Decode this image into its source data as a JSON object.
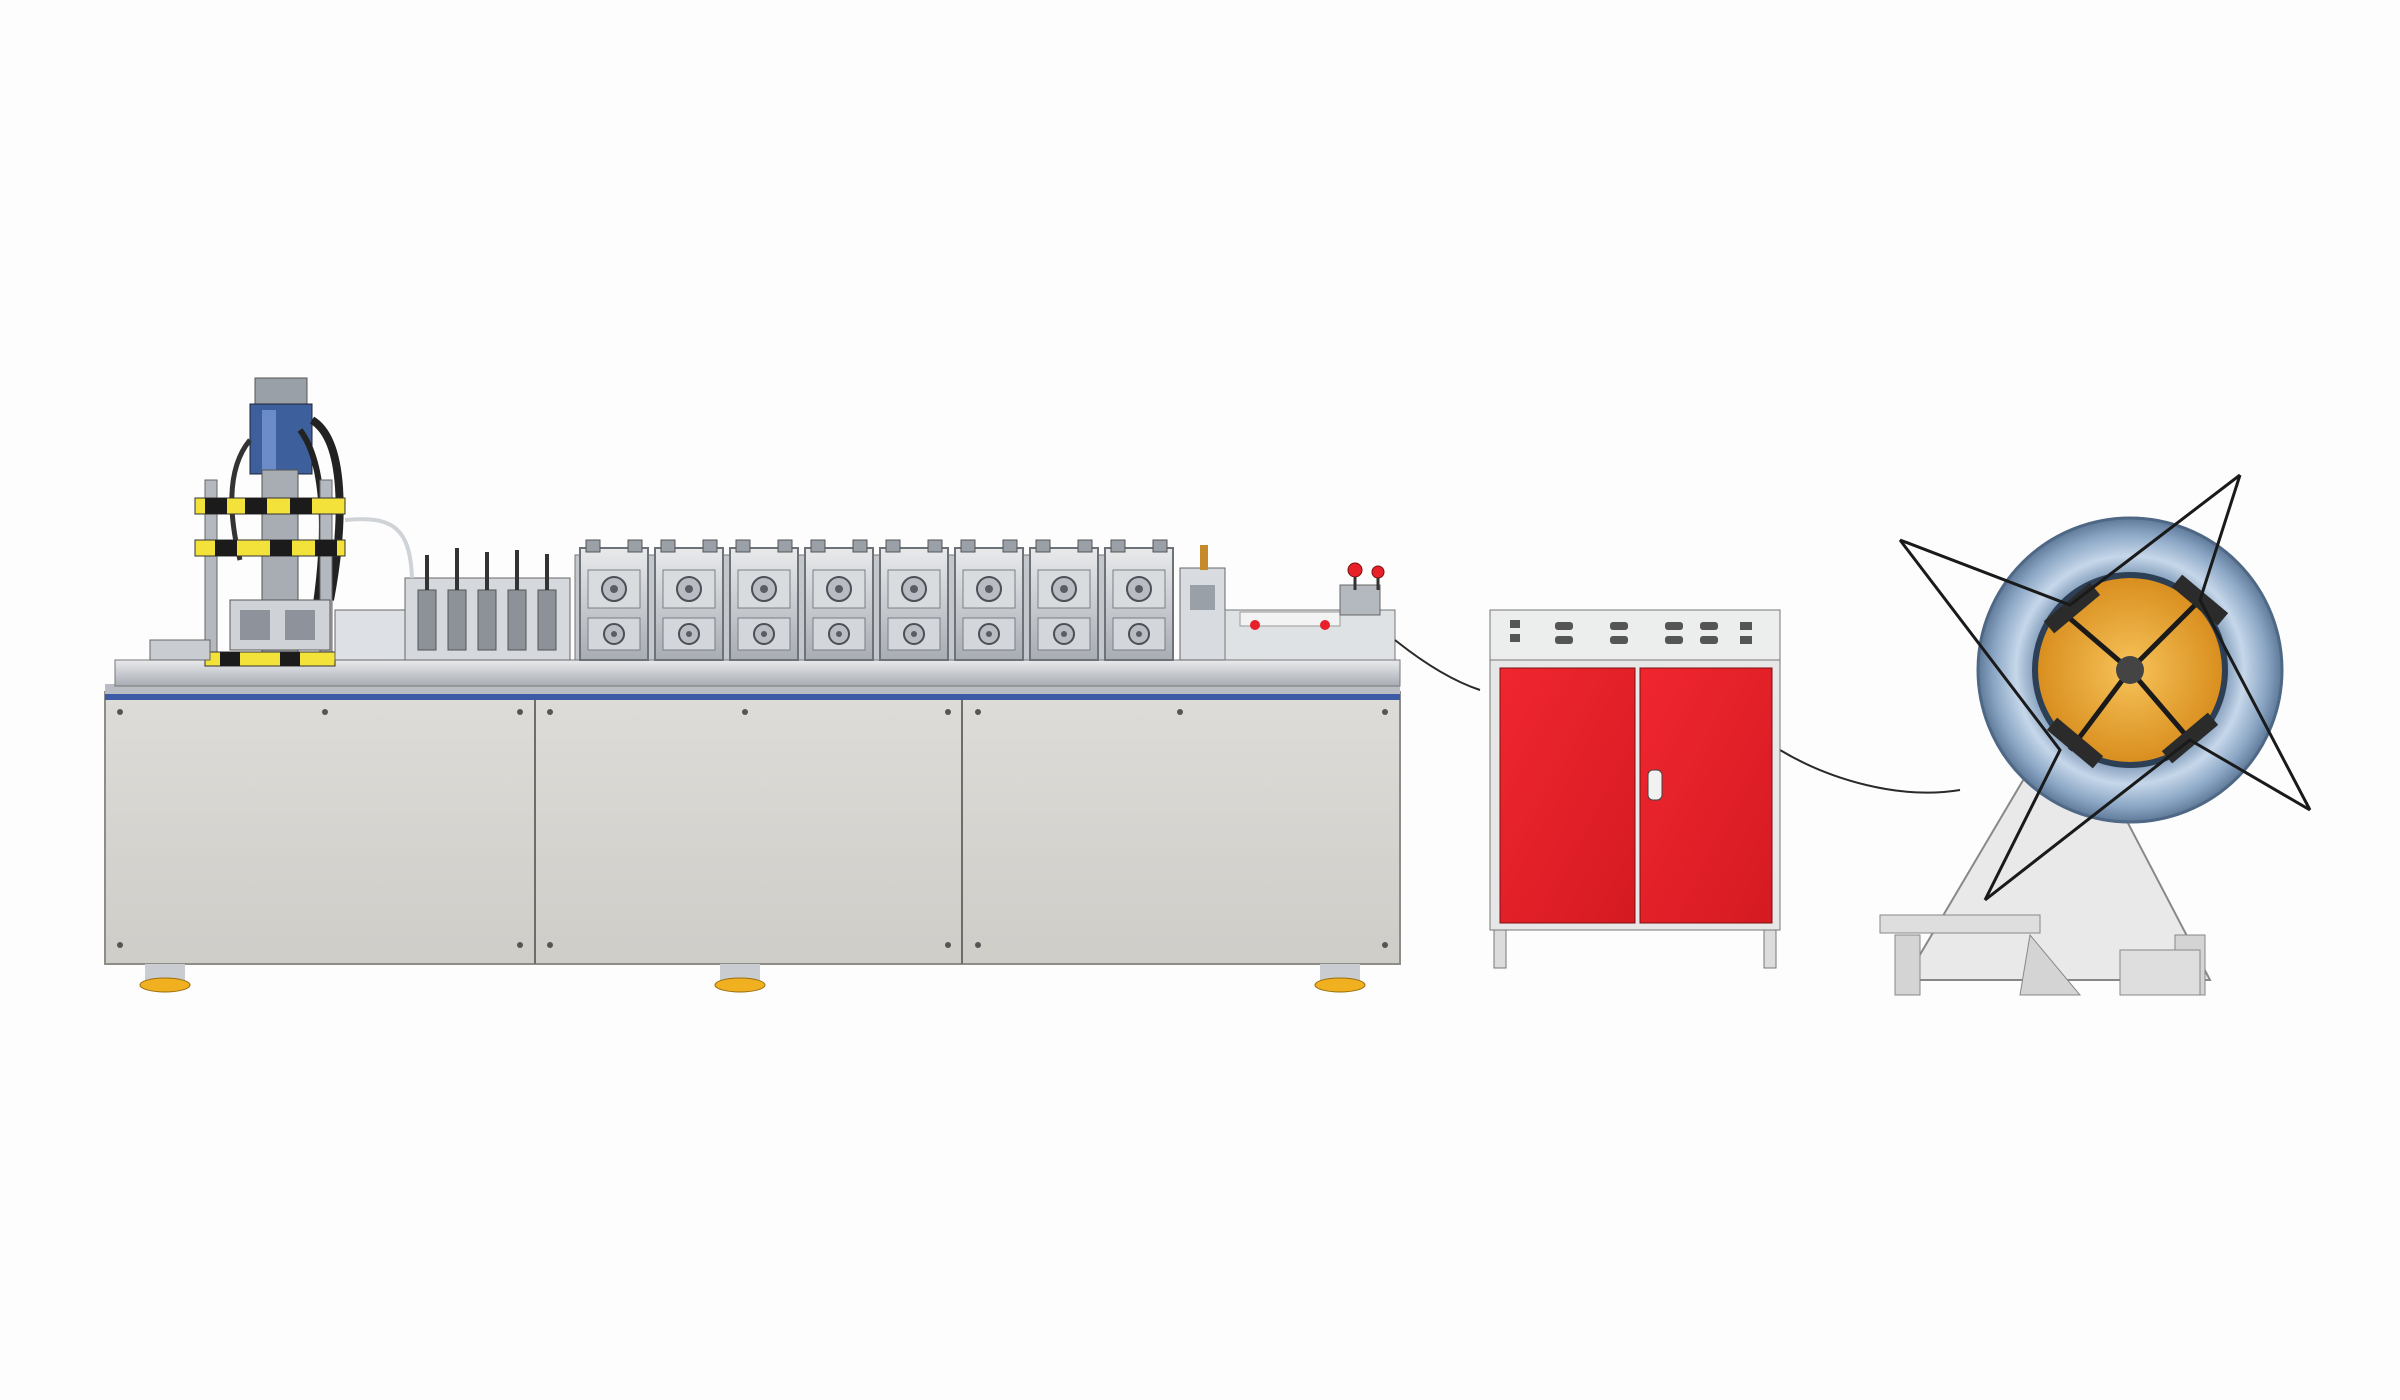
{
  "image": {
    "subject": "roll-forming-machine-line",
    "components": [
      {
        "name": "hydraulic-punch-press",
        "stripe_color": "#1b1b1b",
        "accent_color": "#f2e23a",
        "cylinder_color": "#3d5f9c"
      },
      {
        "name": "straightener-guide-unit"
      },
      {
        "name": "roll-forming-stations",
        "count": 8
      },
      {
        "name": "feed-guide-table"
      },
      {
        "name": "electric-control-cabinet",
        "door_color": "#e8202a",
        "frame_color": "#e7e7e7"
      },
      {
        "name": "decoiler",
        "coil_color": "#9bb6d2",
        "hub_color": "#f0b03c",
        "base_color": "#e9e9e9"
      }
    ],
    "colors": {
      "background": "#fdfdfd",
      "machine_base": "#d9d8d4",
      "base_trim": "#3c5aa6",
      "steel": "#c9ccd1",
      "feet": "#f0b020"
    }
  }
}
